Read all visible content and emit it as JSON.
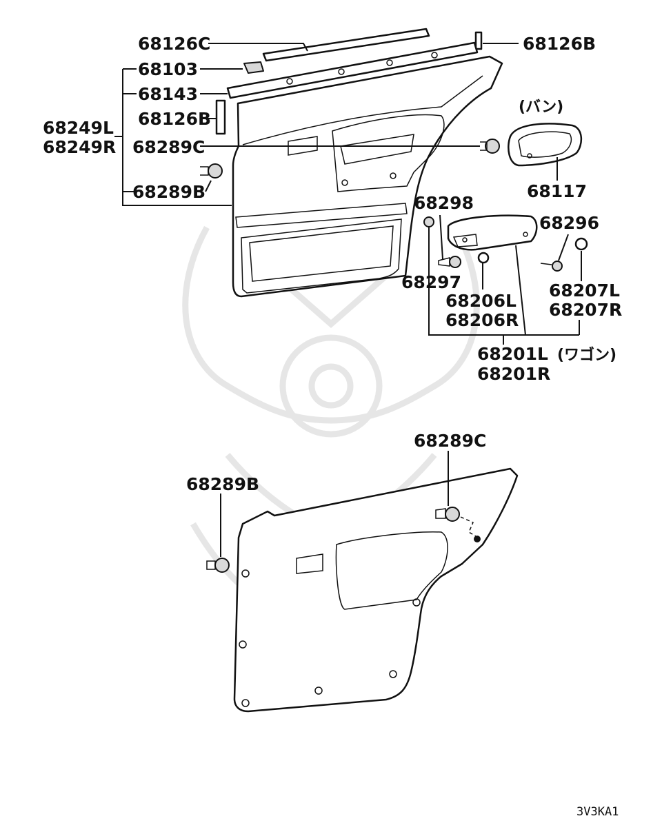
{
  "labels": {
    "p68126C": "68126C",
    "p68126B_top": "68126B",
    "p68103": "68103",
    "p68143": "68143",
    "p68126B_left": "68126B",
    "p68249L": "68249L",
    "p68249R": "68249R",
    "p68289C_top": "68289C",
    "p68289B_top": "68289B",
    "p68117": "68117",
    "p68298": "68298",
    "p68296": "68296",
    "p68297": "68297",
    "p68206L": "68206L",
    "p68206R": "68206R",
    "p68207L": "68207L",
    "p68207R": "68207R",
    "p68201L": "68201L",
    "p68201R": "68201R",
    "p68289C_bottom": "68289C",
    "p68289B_bottom": "68289B"
  },
  "notes": {
    "van": "(バン)",
    "wagon": "(ワゴン)"
  },
  "diagram_code": "3V3KA1",
  "colors": {
    "ink": "#111111",
    "background": "#ffffff",
    "watermark": "#e6e6e6"
  }
}
